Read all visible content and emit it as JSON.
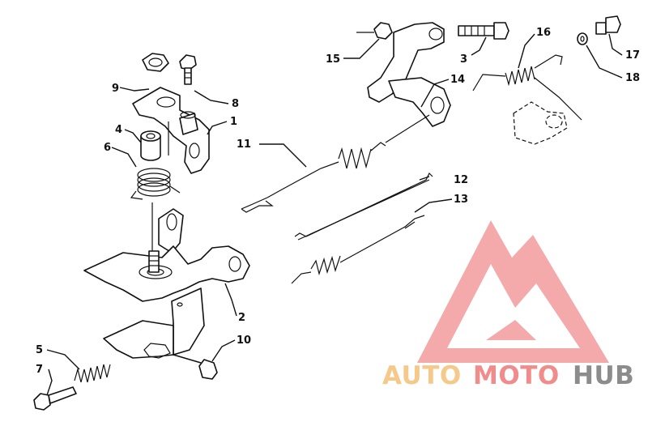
{
  "callouts": [
    {
      "id": "c1",
      "text": "1"
    },
    {
      "id": "c2",
      "text": "2"
    },
    {
      "id": "c3",
      "text": "3"
    },
    {
      "id": "c4",
      "text": "4"
    },
    {
      "id": "c5",
      "text": "5"
    },
    {
      "id": "c6",
      "text": "6"
    },
    {
      "id": "c7",
      "text": "7"
    },
    {
      "id": "c8",
      "text": "8"
    },
    {
      "id": "c9",
      "text": "9"
    },
    {
      "id": "c10",
      "text": "10"
    },
    {
      "id": "c11",
      "text": "11"
    },
    {
      "id": "c12",
      "text": "12"
    },
    {
      "id": "c13",
      "text": "13"
    },
    {
      "id": "c14",
      "text": "14"
    },
    {
      "id": "c15",
      "text": "15"
    },
    {
      "id": "c16",
      "text": "16"
    },
    {
      "id": "c17",
      "text": "17"
    },
    {
      "id": "c18",
      "text": "18"
    }
  ],
  "watermark": {
    "part1": "AUTO",
    "part2": "MOTO",
    "part3": "HUB",
    "color_gold": "#f5c98a",
    "color_pink": "#f08c8c",
    "color_gray": "#8c8c8c"
  }
}
